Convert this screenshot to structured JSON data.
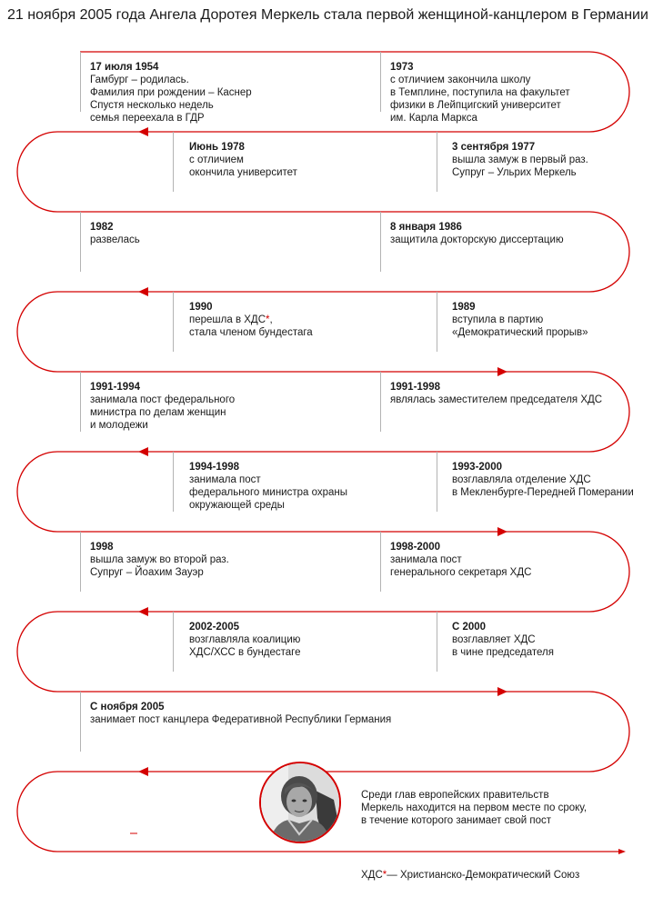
{
  "title": "21 ноября 2005 года Ангела Доротея Меркель стала первой женщиной-канцлером в Германии",
  "colors": {
    "accent": "#d40000",
    "text": "#1a1a1a",
    "tick": "#b3b3b3"
  },
  "events": {
    "e1": {
      "date": "17 июля 1954",
      "lines": [
        "Гамбург – родилась.",
        "Фамилия при рождении – Каснер",
        "Спустя несколько недель",
        "семья переехала в ГДР"
      ]
    },
    "e2": {
      "date": "1973",
      "lines": [
        "с отличием закончила школу",
        "в Темплине, поступила на факультет",
        "физики в Лейпцигский университет",
        "им. Карла Маркса"
      ]
    },
    "e3": {
      "date": "Июнь 1978",
      "lines": [
        "с отличием",
        "окончила университет"
      ]
    },
    "e4": {
      "date": "3 сентября 1977",
      "lines": [
        "вышла замуж в первый раз.",
        "Супруг – Ульрих Меркель"
      ]
    },
    "e5": {
      "date": "1982",
      "lines": [
        "развелась"
      ]
    },
    "e6": {
      "date": "8 января 1986",
      "lines": [
        "защитила докторскую диссертацию"
      ]
    },
    "e7": {
      "date": "1990",
      "line1_text": "перешла в ХДС",
      "line1_mark": "*",
      "lines": [
        "стала членом бундестага"
      ]
    },
    "e8": {
      "date": "1989",
      "lines": [
        "вступила в партию",
        "«Демократический прорыв»"
      ]
    },
    "e9": {
      "date": "1991-1994",
      "lines": [
        "занимала пост федерального",
        "министра по делам женщин",
        "и молодежи"
      ]
    },
    "e10": {
      "date": "1991-1998",
      "lines": [
        "являлась заместителем председателя ХДС"
      ]
    },
    "e11": {
      "date": "1994-1998",
      "lines": [
        "занимала пост",
        "федерального министра охраны",
        "окружающей среды"
      ]
    },
    "e12": {
      "date": "1993-2000",
      "lines": [
        "возглавляла отделение ХДС",
        "в Мекленбурге-Передней Померании"
      ]
    },
    "e13": {
      "date": "1998",
      "lines": [
        "вышла замуж во второй раз.",
        "Супруг – Йоахим Зауэр"
      ]
    },
    "e14": {
      "date": "1998-2000",
      "lines": [
        "занимала пост",
        "генерального секретаря ХДС"
      ]
    },
    "e15": {
      "date": "2002-2005",
      "lines": [
        "возглавляла коалицию",
        "ХДС/ХСС в бундестаге"
      ]
    },
    "e16": {
      "date": "С 2000",
      "lines": [
        "возглавляет ХДС",
        "в чине председателя"
      ]
    },
    "e17": {
      "date": "С ноября 2005",
      "lines": [
        "занимает пост канцлера Федеративной Республики Германия"
      ]
    }
  },
  "quote": {
    "lines": [
      "Среди глав европейских правительств",
      "Меркель находится на первом месте по сроку,",
      "в течение которого занимает свой пост"
    ]
  },
  "footnote": {
    "term": "ХДС",
    "mark": "*",
    "text": "— Христианско-Демократический Союз"
  }
}
